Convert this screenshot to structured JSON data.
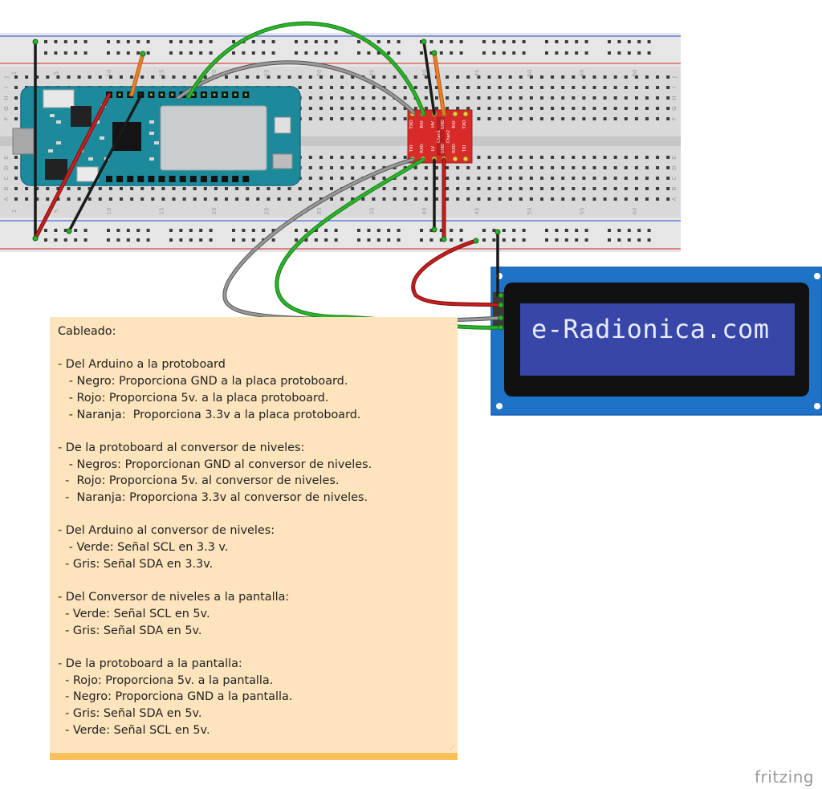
{
  "breadboard": {
    "column_labels": [
      "1",
      "5",
      "10",
      "15",
      "20",
      "25",
      "30",
      "35",
      "40",
      "45",
      "50",
      "55",
      "60"
    ],
    "row_labels_top": [
      "J",
      "I",
      "H",
      "G",
      "F"
    ],
    "row_labels_bottom": [
      "E",
      "D",
      "C",
      "B",
      "A"
    ]
  },
  "level_shifter": {
    "top_labels": [
      "TXO",
      "RXI",
      "HV",
      "GND",
      "RXI",
      "TXO"
    ],
    "bottom_labels": [
      "TXI",
      "RXO",
      "LV",
      "GND",
      "RXO",
      "TXI"
    ],
    "channel_labels": [
      "Chan1",
      "Chan2"
    ]
  },
  "lcd": {
    "display_text": "e-Radionica.com"
  },
  "note": {
    "lines": [
      "Cableado:",
      "",
      "- Del Arduino a la protoboard",
      "   - Negro: Proporciona GND a la placa protoboard.",
      "   - Rojo: Proporciona 5v. a la placa protoboard.",
      "   - Naranja:  Proporciona 3.3v a la placa protoboard.",
      "",
      "- De la protoboard al conversor de niveles:",
      "   - Negros: Proporcionan GND al conversor de niveles.",
      "  -  Rojo: Proporciona 5v. al conversor de niveles.",
      "  -  Naranja: Proporciona 3.3v al conversor de niveles.",
      "",
      "- Del Arduino al conversor de niveles:",
      "   - Verde: Señal SCL en 3.3 v.",
      "  - Gris: Señal SDA en 3.3v.",
      "",
      "- Del Conversor de niveles a la pantalla:",
      "  - Verde: Señal SCL en 5v.",
      "  - Gris: Señal SDA en 5v.",
      "",
      "- De la protoboard a la pantalla:",
      "  - Rojo: Proporciona 5v. a la pantalla.",
      "  - Negro: Proporciona GND a la pantalla.",
      "  - Gris: Señal SDA en 5v.",
      "  - Verde: Señal SCL en 5v."
    ]
  },
  "brand": "fritzing",
  "colors": {
    "wire_black": "#1a1a1a",
    "wire_red": "#c81e1e",
    "wire_orange": "#e8822a",
    "wire_green": "#2ab52a",
    "wire_gray": "#9a9a9a",
    "board_teal": "#1d8a9c",
    "shifter_red": "#d92a2a",
    "lcd_blue": "#1e73c8",
    "lcd_screen": "#3846a8",
    "note_bg": "#fde4bd"
  }
}
